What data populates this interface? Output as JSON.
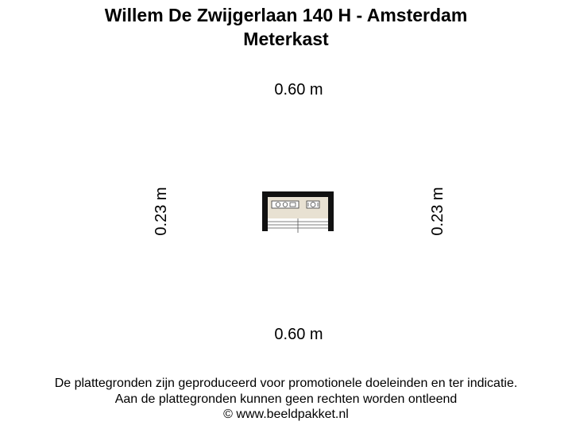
{
  "title": {
    "line1": "Willem De Zwijgerlaan 140 H - Amsterdam",
    "line2": "Meterkast"
  },
  "dimensions": {
    "top": "0.60 m",
    "bottom": "0.60 m",
    "left": "0.23 m",
    "right": "0.23 m"
  },
  "footer": {
    "line1": "De plattegronden zijn geproduceerd voor promotionele doeleinden en ter indicatie.",
    "line2": "Aan de plattegronden kunnen geen rechten worden ontleend",
    "line3": "© www.beeldpakket.nl"
  },
  "colors": {
    "wall": "#111111",
    "floor": "#e8e1d2",
    "line": "#555555"
  }
}
